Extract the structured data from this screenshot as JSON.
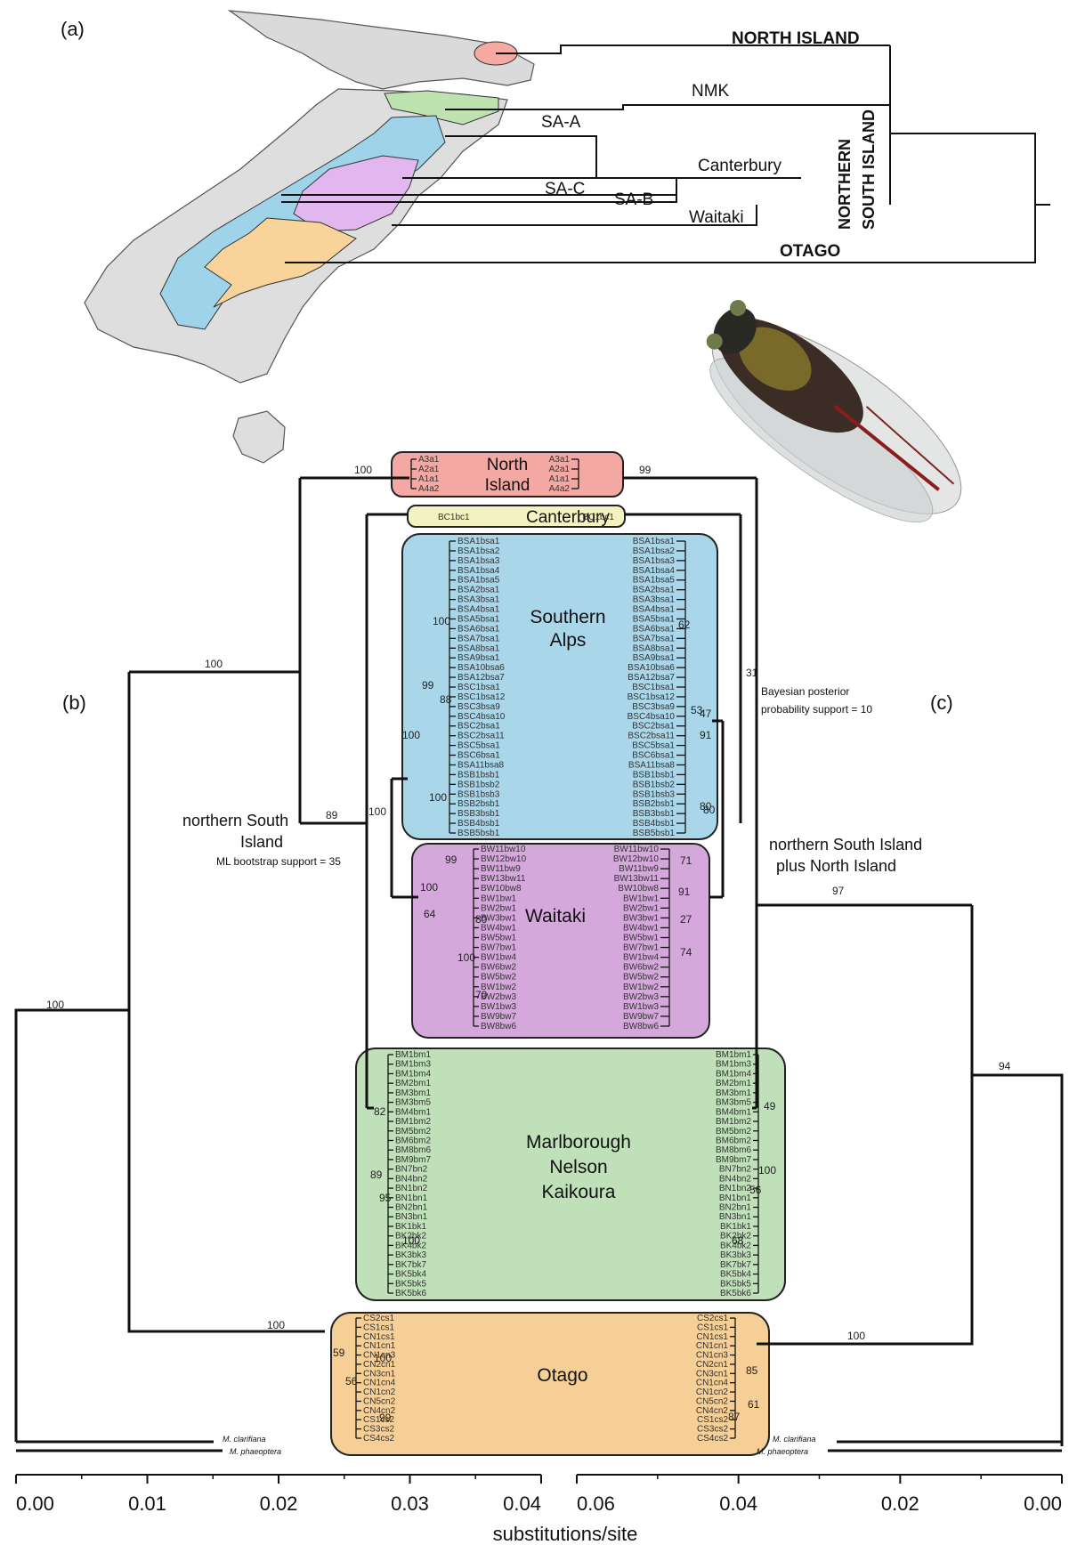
{
  "panels": {
    "a": "(a)",
    "b": "(b)",
    "c": "(c)"
  },
  "map_tree": {
    "clades": [
      "NORTH ISLAND",
      "NMK",
      "SA-A",
      "Canterbury",
      "SA-C",
      "SA-B",
      "Waitaki",
      "OTAGO"
    ],
    "group_label_1": "NORTHERN",
    "group_label_2": "SOUTH ISLAND"
  },
  "box_labels": {
    "north_1": "North",
    "north_2": "Island",
    "canterbury": "Canterbury",
    "alps_1": "Southern",
    "alps_2": "Alps",
    "waitaki": "Waitaki",
    "mnk_1": "Marlborough",
    "mnk_2": "Nelson",
    "mnk_3": "Kaikoura",
    "otago": "Otago"
  },
  "annotations": {
    "nsi_1": "northern South",
    "nsi_2": "Island",
    "ml_note": "ML bootstrap support = 35",
    "bayes_1": "Bayesian posterior",
    "bayes_2": "probability support = 10",
    "nsi_ni_1": "northern South Island",
    "nsi_ni_2": "plus North Island"
  },
  "support_values": {
    "b_north": "100",
    "b_nsi": "100",
    "b_root": "100",
    "b_89": "89",
    "b_100c": "100",
    "b_otago": "100",
    "c_north": "99",
    "c_31": "31",
    "c_97": "97",
    "c_94": "94",
    "c_otago": "100",
    "alps_b": [
      "100",
      "99",
      "88",
      "100",
      "100"
    ],
    "alps_c": [
      "62",
      "53",
      "47",
      "91",
      "80",
      "80"
    ],
    "wait_b": [
      "99",
      "100",
      "64",
      "80",
      "100",
      "70"
    ],
    "wait_c": [
      "71",
      "91",
      "27",
      "74"
    ],
    "mnk_b": [
      "82",
      "89",
      "95",
      "100"
    ],
    "mnk_c": [
      "49",
      "100",
      "56",
      "68"
    ],
    "otago_b": [
      "59",
      "56",
      "100",
      "99"
    ],
    "otago_c": [
      "85",
      "61",
      "87"
    ]
  },
  "tips": {
    "north": [
      "A3a1",
      "A2a1",
      "A1a1",
      "A4a2"
    ],
    "canterbury": "BC1bc1",
    "alps": [
      "BSA1bsa1",
      "BSA1bsa2",
      "BSA1bsa3",
      "BSA1bsa4",
      "BSA1bsa5",
      "BSA2bsa1",
      "BSA3bsa1",
      "BSA4bsa1",
      "BSA5bsa1",
      "BSA6bsa1",
      "BSA7bsa1",
      "BSA8bsa1",
      "BSA9bsa1",
      "BSA10bsa6",
      "BSA12bsa7",
      "BSC1bsa1",
      "BSC1bsa12",
      "BSC3bsa9",
      "BSC4bsa10",
      "BSC2bsa1",
      "BSC2bsa11",
      "BSC5bsa1",
      "BSC6bsa1",
      "BSA11bsa8",
      "BSB1bsb1",
      "BSB1bsb2",
      "BSB1bsb3",
      "BSB2bsb1",
      "BSB3bsb1",
      "BSB4bsb1",
      "BSB5bsb1"
    ],
    "waitaki": [
      "BW11bw10",
      "BW12bw10",
      "BW11bw9",
      "BW13bw11",
      "BW10bw8",
      "BW1bw1",
      "BW2bw1",
      "BW3bw1",
      "BW4bw1",
      "BW5bw1",
      "BW7bw1",
      "BW1bw4",
      "BW6bw2",
      "BW5bw2",
      "BW1bw2",
      "BW2bw3",
      "BW1bw3",
      "BW9bw7",
      "BW8bw6"
    ],
    "mnk": [
      "BM1bm1",
      "BM1bm3",
      "BM1bm4",
      "BM2bm1",
      "BM3bm1",
      "BM3bm5",
      "BM4bm1",
      "BM1bm2",
      "BM5bm2",
      "BM6bm2",
      "BM8bm6",
      "BM9bm7",
      "BN7bn2",
      "BN4bn2",
      "BN1bn2",
      "BN1bn1",
      "BN2bn1",
      "BN3bn1",
      "BK1bk1",
      "BK2bk2",
      "BK4bk2",
      "BK3bk3",
      "BK7bk7",
      "BK5bk4",
      "BK5bk5",
      "BK5bk6"
    ],
    "otago": [
      "CS2cs1",
      "CS1cs1",
      "CN1cs1",
      "CN1cn1",
      "CN1cn3",
      "CN2cn1",
      "CN3cn1",
      "CN1cn4",
      "CN1cn2",
      "CN5cn2",
      "CN4cn2",
      "CS1cs2",
      "CS3cs2",
      "CS4cs2"
    ]
  },
  "outgroups": [
    "M. clarifiana",
    "M. phaeoptera"
  ],
  "axis_b": {
    "ticks": [
      "0.00",
      "0.01",
      "0.02",
      "0.03",
      "0.04"
    ]
  },
  "axis_c": {
    "ticks": [
      "0.06",
      "0.04",
      "0.02",
      "0.00"
    ]
  },
  "axis_title": "substitutions/site",
  "colors": {
    "north": "#f4a8a3",
    "canterbury": "#f3f3c2",
    "alps": "#a9d6e8",
    "waitaki": "#d5a8dc",
    "mnk": "#bfe0b9",
    "otago": "#f6cf97",
    "map_land": "#dcdcdc",
    "map_nmk": "#bfe3b0",
    "map_sa": "#9fd3ea",
    "map_sab": "#e2b6ef",
    "map_otago": "#f8d49b",
    "map_north": "#f5aaa4"
  }
}
